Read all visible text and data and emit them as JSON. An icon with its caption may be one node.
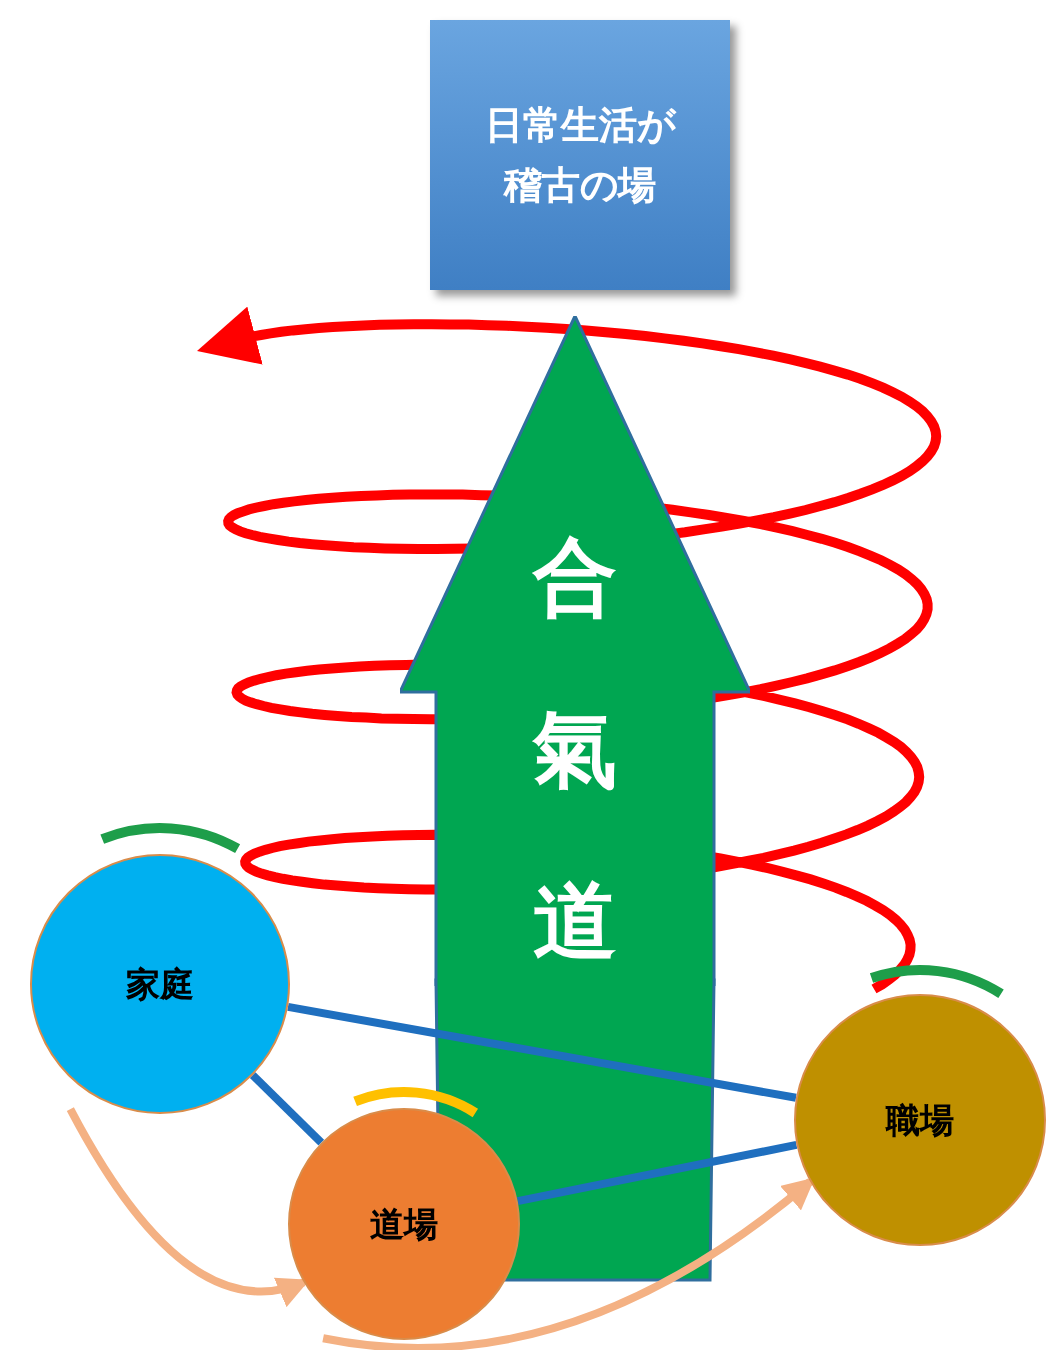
{
  "diagram": {
    "nodes": [
      {
        "text": [
          "日常生活が稽古の場"
        ]
      },
      {
        "text": [
          "合氣道"
        ]
      },
      {
        "text": [
          "家庭"
        ]
      },
      {
        "text": [
          "道場"
        ]
      },
      {
        "text": [
          "職場"
        ]
      }
    ],
    "edges": [
      {
        "from": 2,
        "to": 4,
        "arrow": "none"
      },
      {
        "from": 2,
        "to": 3,
        "arrow": "none"
      },
      {
        "from": 3,
        "to": 4,
        "arrow": "none"
      },
      {
        "from": 2,
        "to": 3,
        "arrow": "to",
        "color": "#f4b183"
      },
      {
        "from": 3,
        "to": 4,
        "arrow": "to",
        "color": "#f4b183"
      }
    ]
  }
}
